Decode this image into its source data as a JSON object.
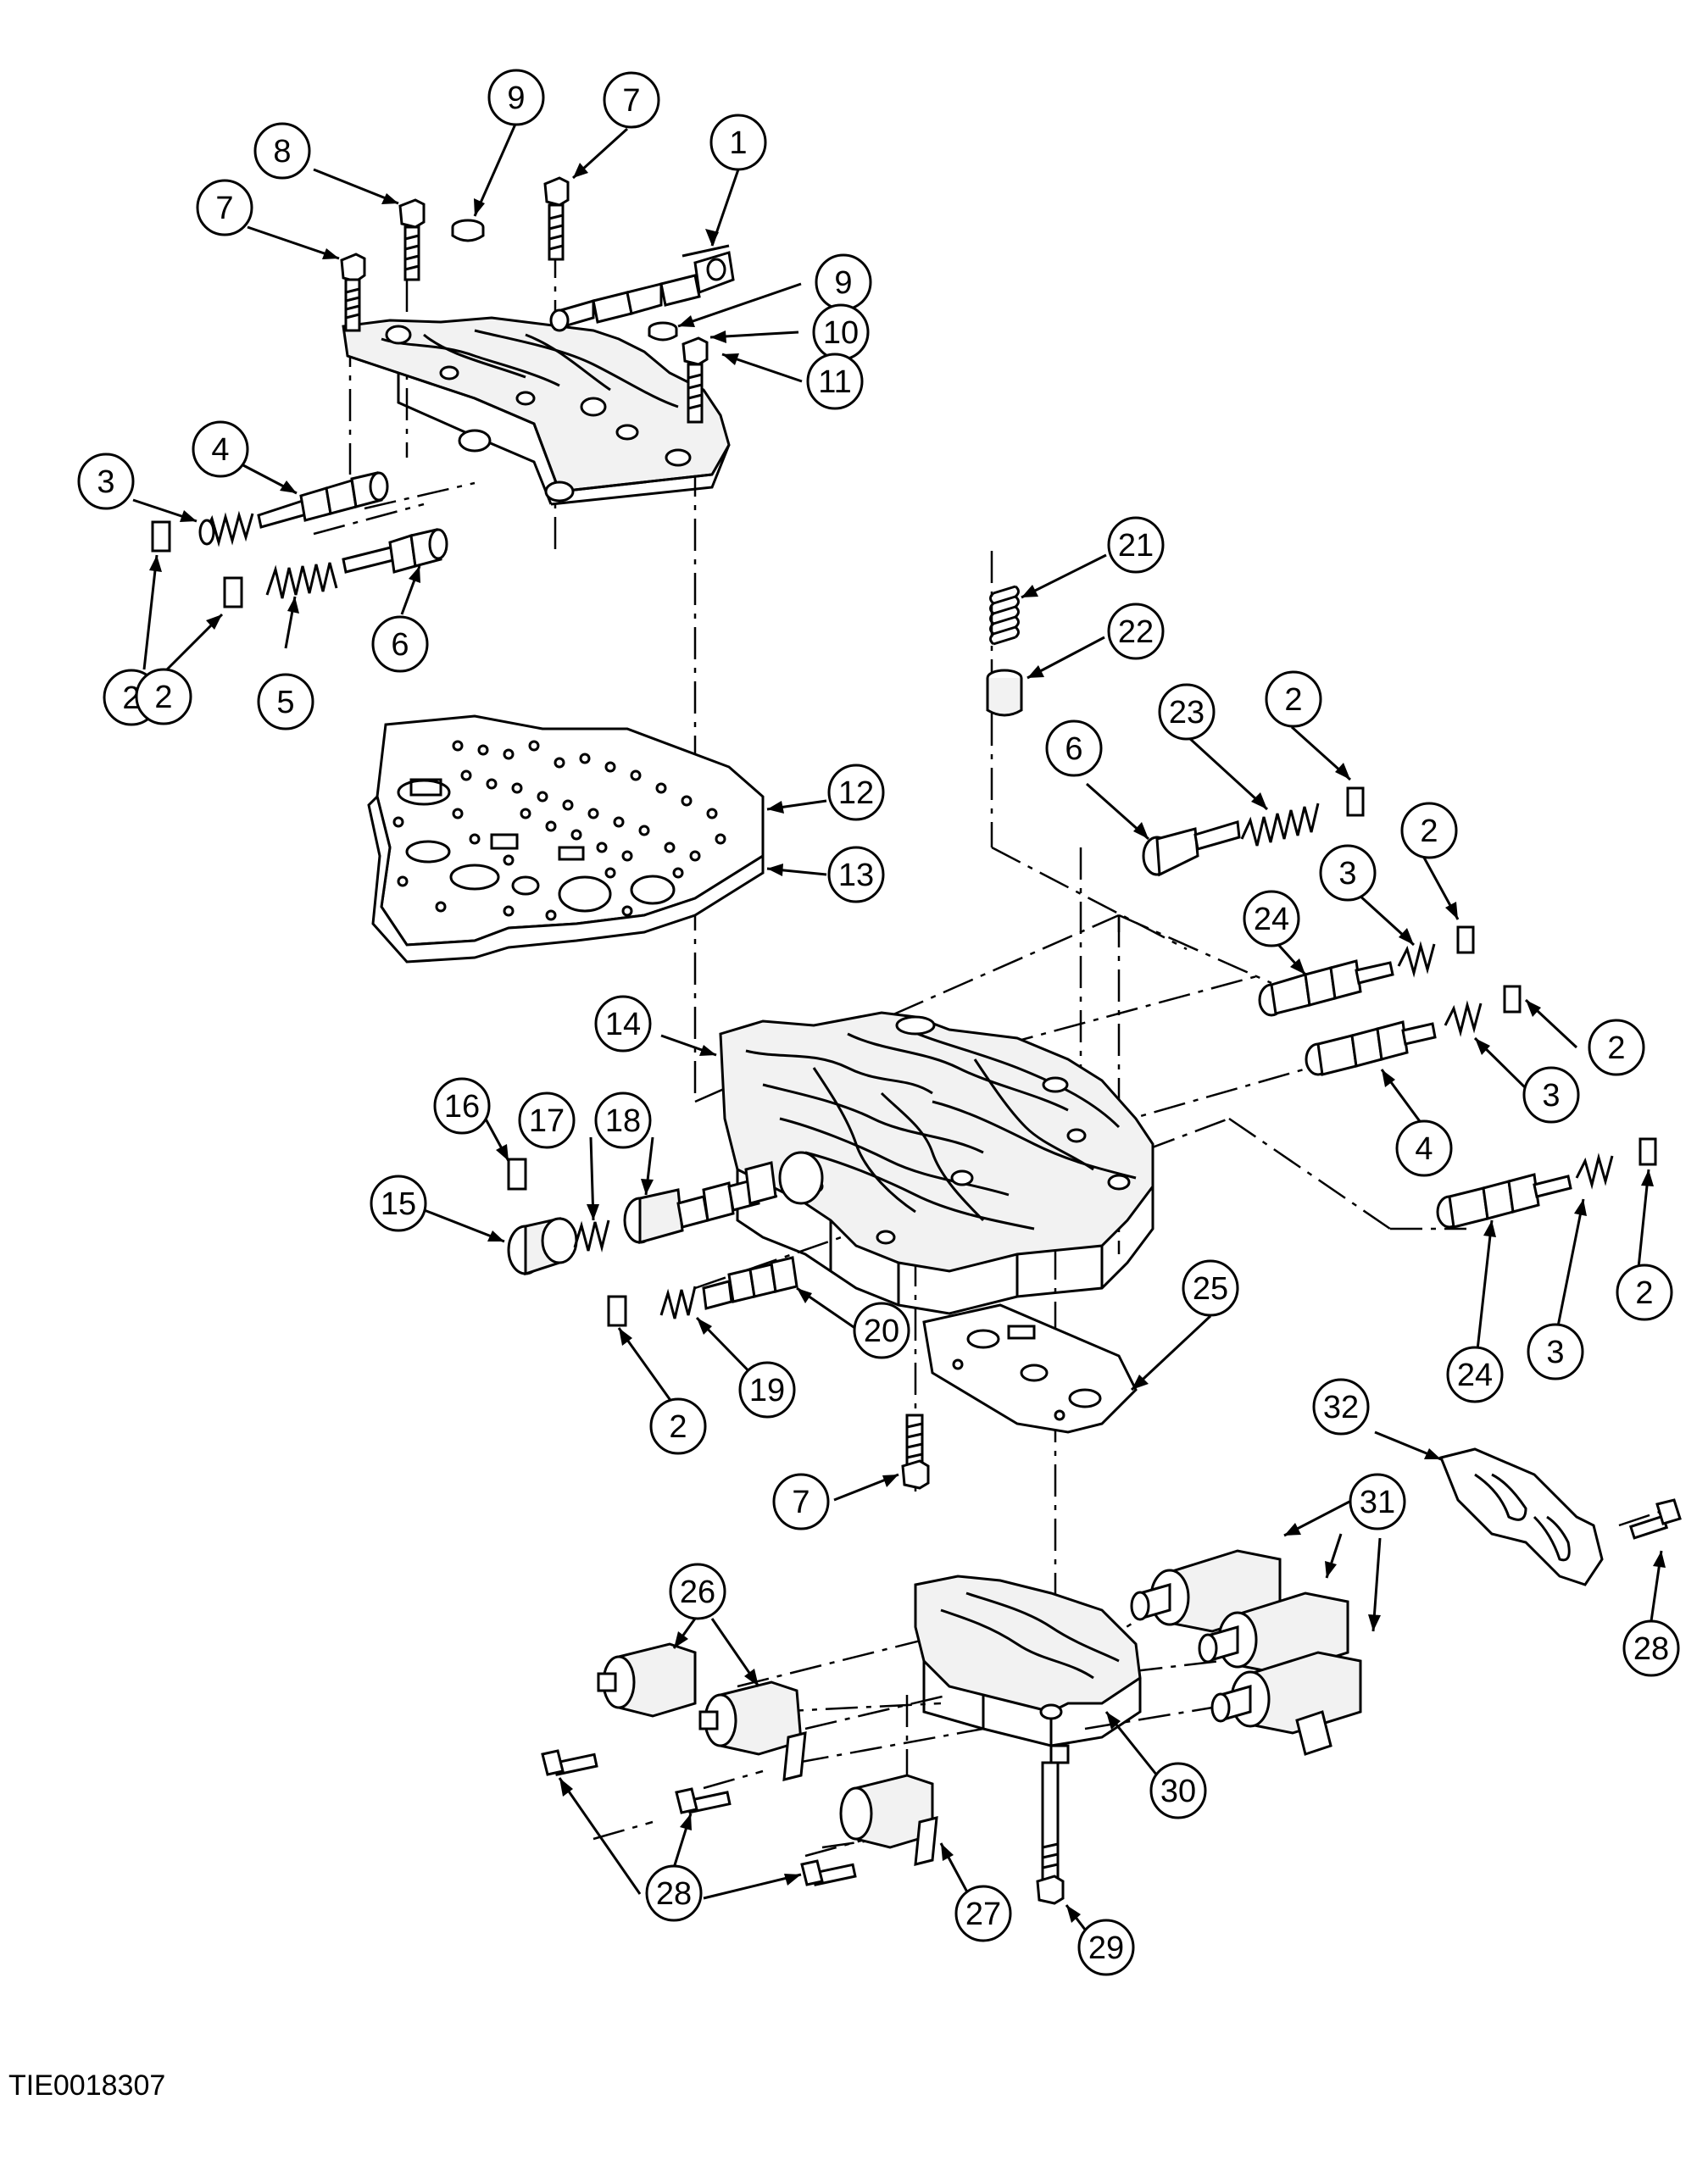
{
  "figure_id": "TIE0018307",
  "callouts": [
    {
      "id": "c1",
      "label": "1"
    },
    {
      "id": "c2a",
      "label": "2"
    },
    {
      "id": "c2b",
      "label": "2"
    },
    {
      "id": "c2c",
      "label": "2"
    },
    {
      "id": "c2d",
      "label": "2"
    },
    {
      "id": "c2e",
      "label": "2"
    },
    {
      "id": "c2f",
      "label": "2"
    },
    {
      "id": "c2g",
      "label": "2"
    },
    {
      "id": "c3a",
      "label": "3"
    },
    {
      "id": "c3b",
      "label": "3"
    },
    {
      "id": "c3c",
      "label": "3"
    },
    {
      "id": "c3d",
      "label": "3"
    },
    {
      "id": "c4a",
      "label": "4"
    },
    {
      "id": "c4b",
      "label": "4"
    },
    {
      "id": "c5",
      "label": "5"
    },
    {
      "id": "c6a",
      "label": "6"
    },
    {
      "id": "c6b",
      "label": "6"
    },
    {
      "id": "c7a",
      "label": "7"
    },
    {
      "id": "c7b",
      "label": "7"
    },
    {
      "id": "c7c",
      "label": "7"
    },
    {
      "id": "c8",
      "label": "8"
    },
    {
      "id": "c9a",
      "label": "9"
    },
    {
      "id": "c9b",
      "label": "9"
    },
    {
      "id": "c10",
      "label": "10"
    },
    {
      "id": "c11",
      "label": "11"
    },
    {
      "id": "c12",
      "label": "12"
    },
    {
      "id": "c13",
      "label": "13"
    },
    {
      "id": "c14",
      "label": "14"
    },
    {
      "id": "c15",
      "label": "15"
    },
    {
      "id": "c16",
      "label": "16"
    },
    {
      "id": "c17",
      "label": "17"
    },
    {
      "id": "c18",
      "label": "18"
    },
    {
      "id": "c19",
      "label": "19"
    },
    {
      "id": "c20",
      "label": "20"
    },
    {
      "id": "c21",
      "label": "21"
    },
    {
      "id": "c22",
      "label": "22"
    },
    {
      "id": "c23",
      "label": "23"
    },
    {
      "id": "c24a",
      "label": "24"
    },
    {
      "id": "c24b",
      "label": "24"
    },
    {
      "id": "c25",
      "label": "25"
    },
    {
      "id": "c26",
      "label": "26"
    },
    {
      "id": "c27",
      "label": "27"
    },
    {
      "id": "c28a",
      "label": "28"
    },
    {
      "id": "c28b",
      "label": "28"
    },
    {
      "id": "c29",
      "label": "29"
    },
    {
      "id": "c30",
      "label": "30"
    },
    {
      "id": "c31",
      "label": "31"
    },
    {
      "id": "c32",
      "label": "32"
    }
  ]
}
